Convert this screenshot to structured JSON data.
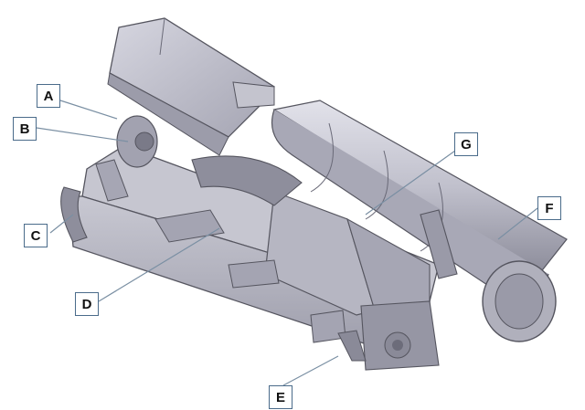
{
  "diagram": {
    "colors": {
      "body": "#b8b8c4",
      "body_light": "#d4d4de",
      "body_dark": "#8e8e9c",
      "edge": "#55555f",
      "leader": "#7a8fa3",
      "label_border": "#4a6b8a"
    },
    "labels": [
      {
        "id": "A",
        "text": "A"
      },
      {
        "id": "B",
        "text": "B"
      },
      {
        "id": "C",
        "text": "C"
      },
      {
        "id": "D",
        "text": "D"
      },
      {
        "id": "E",
        "text": "E"
      },
      {
        "id": "F",
        "text": "F"
      },
      {
        "id": "G",
        "text": "G"
      }
    ]
  }
}
